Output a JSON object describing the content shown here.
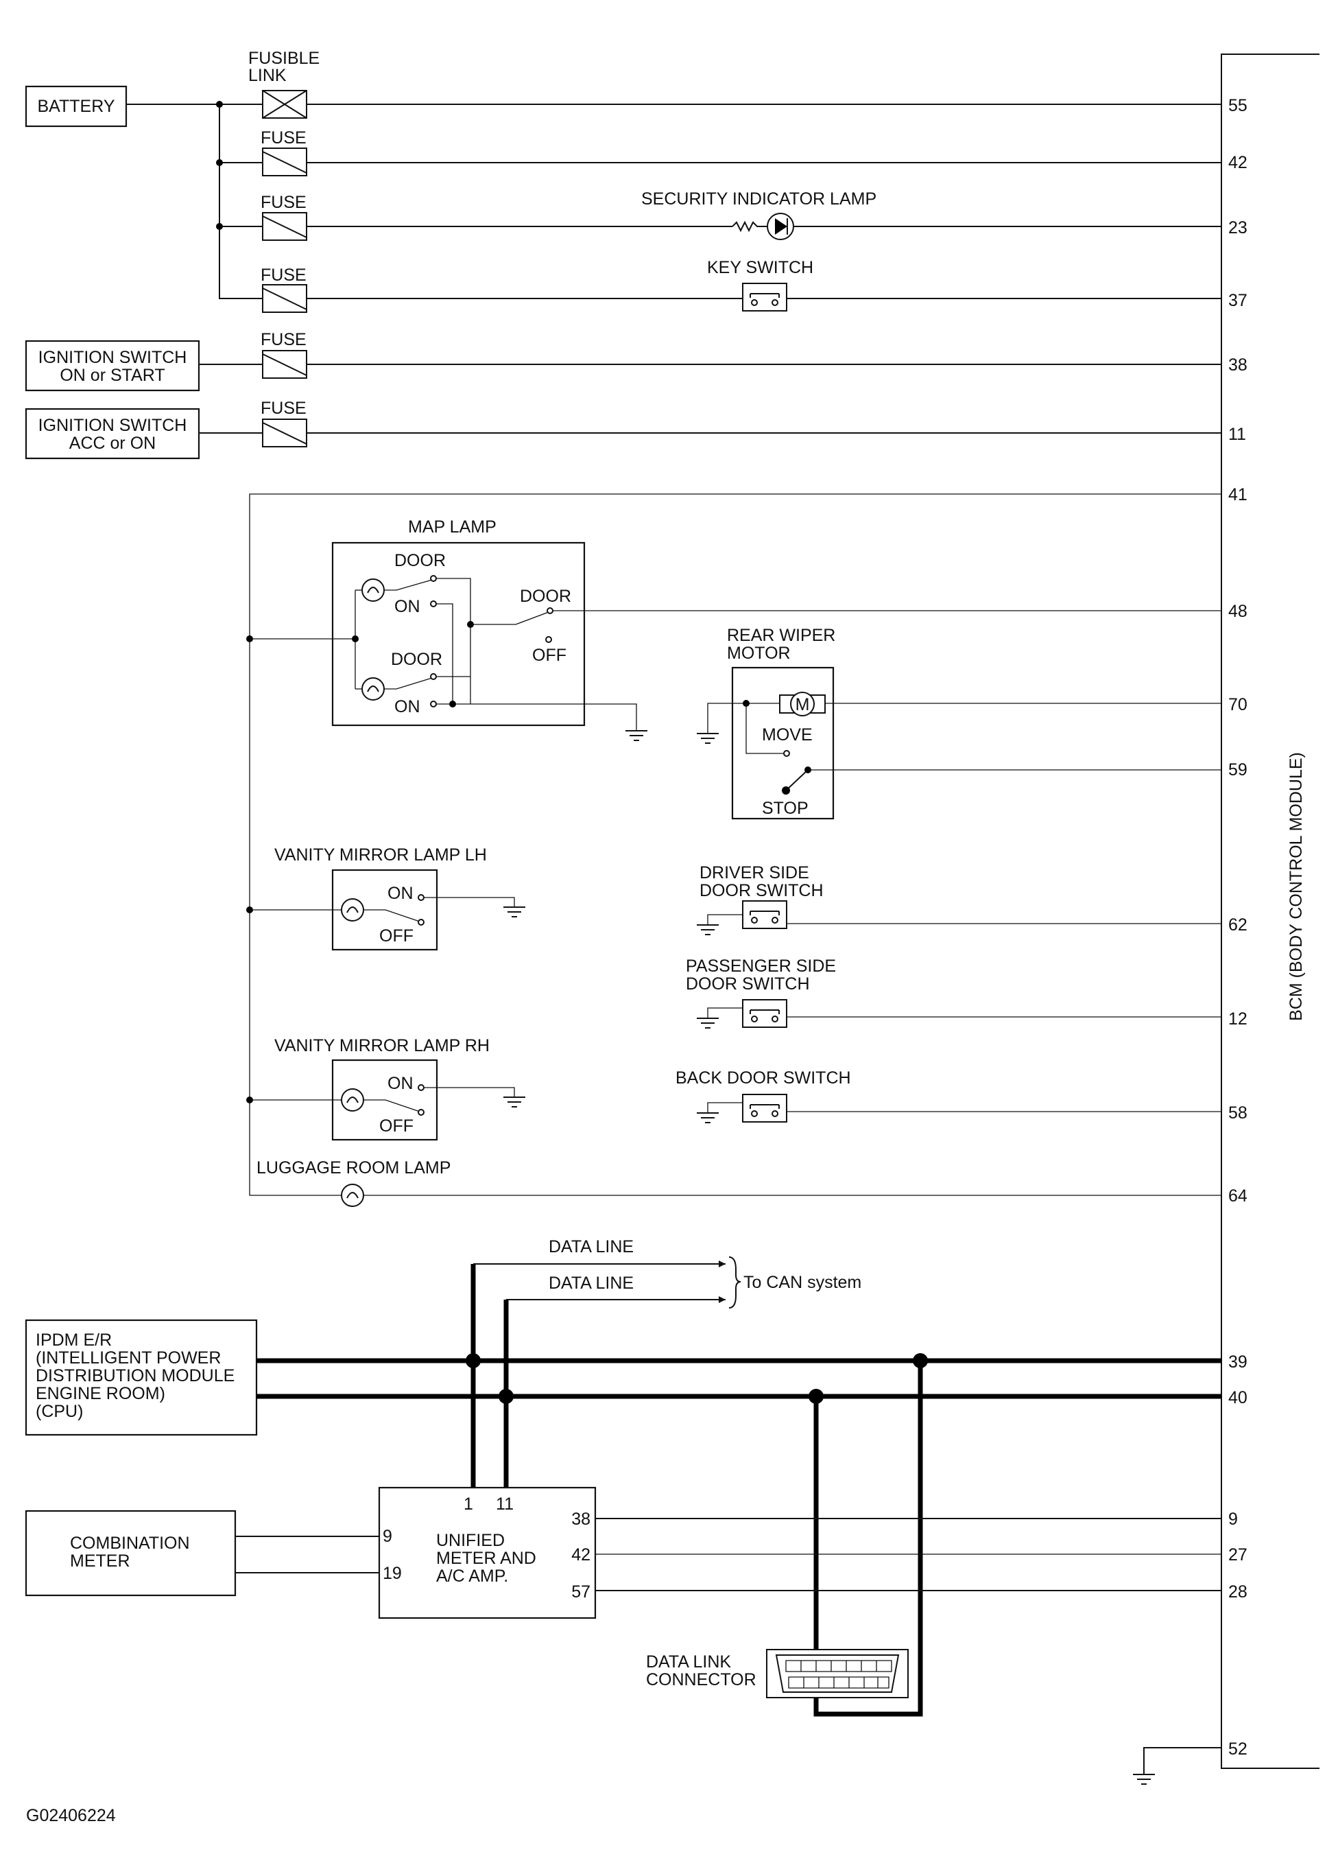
{
  "figure_id": "G02406224",
  "bcm": {
    "label": "BCM (BODY CONTROL MODULE)"
  },
  "power": {
    "battery": "BATTERY",
    "fusible_link": [
      "FUSIBLE",
      "LINK"
    ],
    "fuse": "FUSE",
    "ignition_on_start": [
      "IGNITION SWITCH",
      "ON or START"
    ],
    "ignition_acc_on": [
      "IGNITION SWITCH",
      "ACC or ON"
    ]
  },
  "components": {
    "security_indicator_lamp": "SECURITY INDICATOR LAMP",
    "key_switch": "KEY SWITCH",
    "map_lamp": "MAP LAMP",
    "door": "DOOR",
    "on": "ON",
    "off": "OFF",
    "rear_wiper_motor": [
      "REAR WIPER",
      "MOTOR"
    ],
    "motor_symbol": "M",
    "move": "MOVE",
    "stop": "STOP",
    "vanity_mirror_lamp_lh": "VANITY MIRROR LAMP LH",
    "vanity_mirror_lamp_rh": "VANITY MIRROR LAMP RH",
    "driver_side_door_switch": [
      "DRIVER SIDE",
      "DOOR SWITCH"
    ],
    "passenger_side_door_switch": [
      "PASSENGER SIDE",
      "DOOR SWITCH"
    ],
    "back_door_switch": "BACK DOOR SWITCH",
    "luggage_room_lamp": "LUGGAGE ROOM LAMP",
    "data_line": "DATA LINE",
    "to_can_system": "To CAN system",
    "ipdm": [
      "IPDM E/R",
      "(INTELLIGENT POWER",
      " DISTRIBUTION MODULE",
      " ENGINE ROOM)",
      "(CPU)"
    ],
    "combination_meter": [
      "COMBINATION",
      "METER"
    ],
    "unified_meter": [
      "UNIFIED",
      "METER AND",
      "A/C AMP."
    ],
    "data_link_connector": [
      "DATA LINK",
      "CONNECTOR"
    ]
  },
  "unified_pins": {
    "top_left": "1",
    "top_right": "11",
    "left_upper": "9",
    "left_lower": "19",
    "right": [
      "38",
      "42",
      "57"
    ]
  },
  "bcm_pins": [
    "55",
    "42",
    "23",
    "37",
    "38",
    "11",
    "41",
    "48",
    "70",
    "59",
    "62",
    "12",
    "58",
    "64",
    "39",
    "40",
    "9",
    "27",
    "28",
    "52"
  ]
}
